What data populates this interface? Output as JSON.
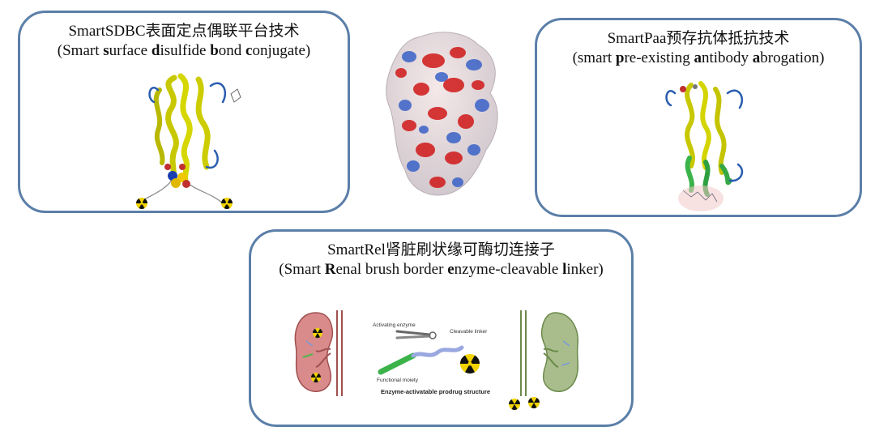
{
  "sdbc": {
    "title": "SmartSDBC表面定点偶联平台技术",
    "subtitle_parts": [
      "(Smart ",
      "s",
      "urface ",
      "d",
      "isulfide ",
      "b",
      "ond ",
      "c",
      "onjugate)"
    ]
  },
  "paa": {
    "title": "SmartPaa预存抗体抵抗技术",
    "subtitle_parts": [
      "(smart ",
      "p",
      "re-existing ",
      "a",
      "ntibody ",
      "a",
      "brogation)"
    ]
  },
  "rel": {
    "title": "SmartRel肾脏刷状缘可酶切连接子",
    "subtitle_parts": [
      "(Smart ",
      "R",
      "enal brush border ",
      "e",
      "nzyme-cleavable ",
      "l",
      "inker)"
    ],
    "diagram": {
      "activating_enzyme": "Activating enzyme",
      "cleavable_linker": "Cleavable linker",
      "functional_moiety": "Functional moiety",
      "caption": "Enzyme-activatable prodrug structure"
    }
  },
  "colors": {
    "panel_border": "#5b7fa8",
    "kidney_red": "#d98a8a",
    "kidney_green": "#a9bd8c",
    "radiation_yellow": "#f2d400"
  },
  "icons": [
    "protein-ribbon-icon",
    "protein-surface-icon",
    "kidney-icon",
    "radiation-icon",
    "enzyme-scissors-icon"
  ]
}
